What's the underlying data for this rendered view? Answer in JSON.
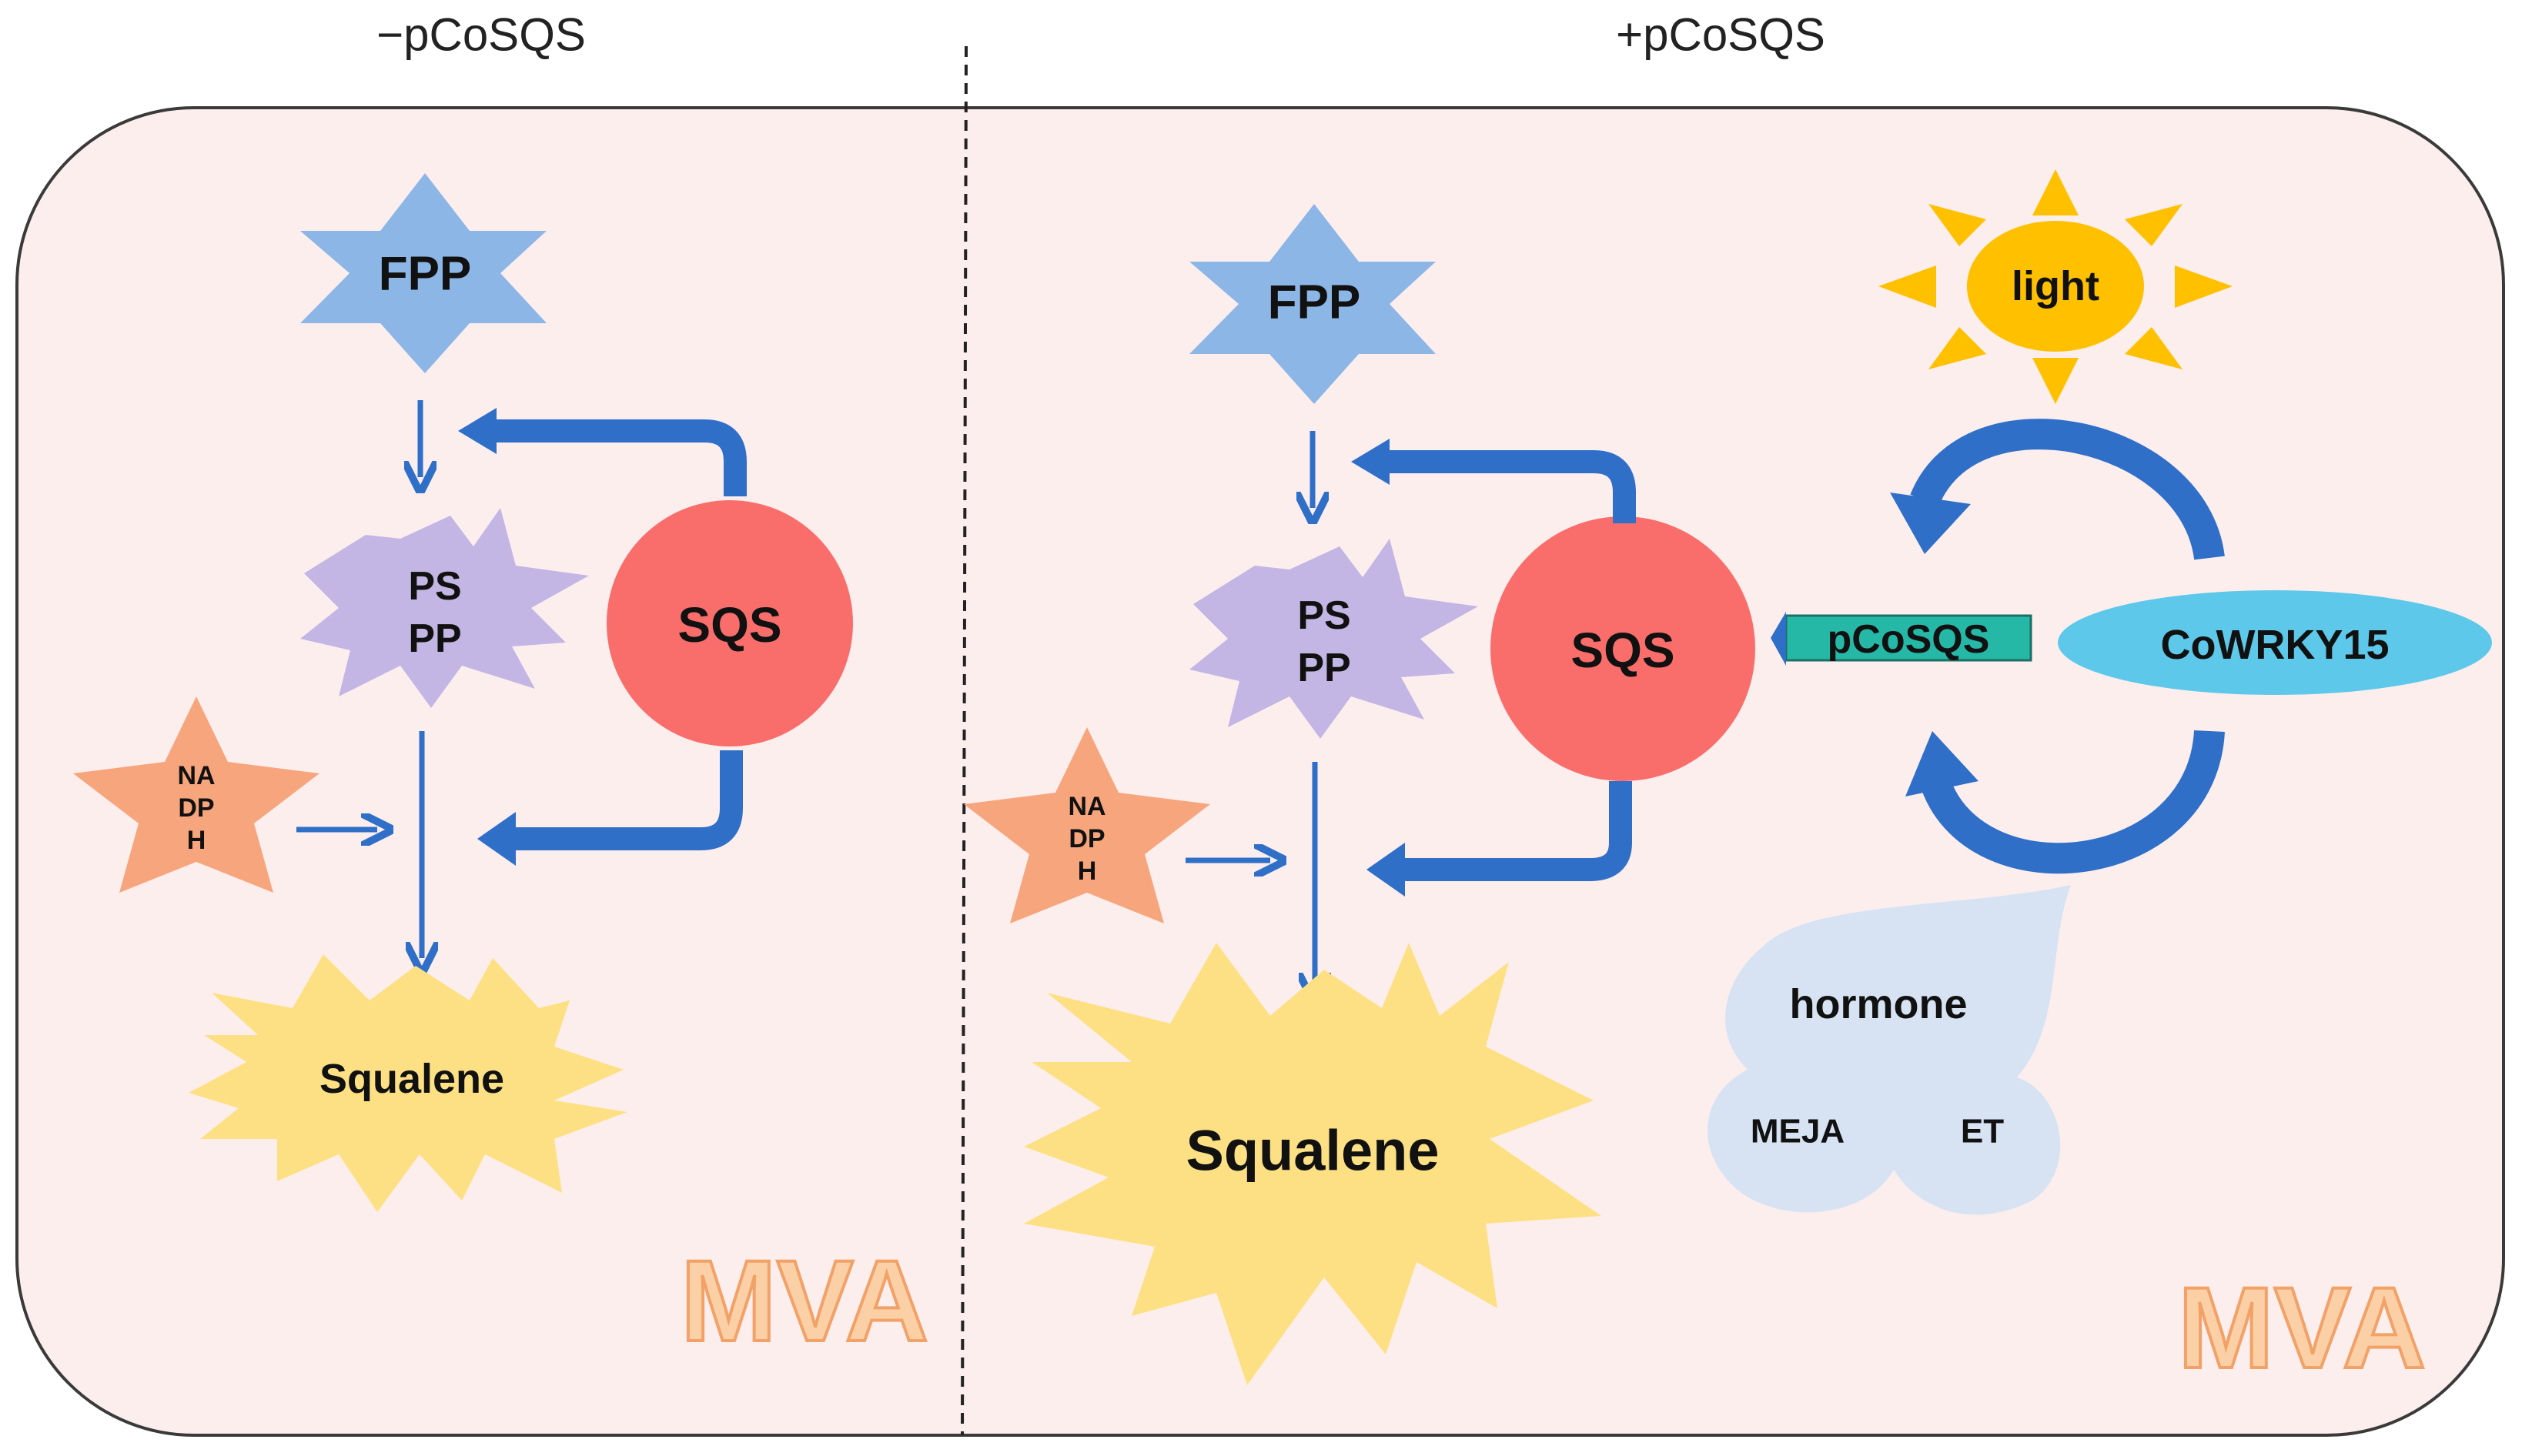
{
  "headers": {
    "left": "−pCoSQS",
    "right": "+pCoSQS"
  },
  "left_panel": {
    "fpp": "FPP",
    "psspp_line1": "PS",
    "psspp_line2": "PP",
    "sqs": "SQS",
    "nadph_line1": "NA",
    "nadph_line2": "DP",
    "nadph_line3": "H",
    "squalene": "Squalene",
    "pathway": "MVA"
  },
  "right_panel": {
    "fpp": "FPP",
    "psspp_line1": "PS",
    "psspp_line2": "PP",
    "sqs": "SQS",
    "nadph_line1": "NA",
    "nadph_line2": "DP",
    "nadph_line3": "H",
    "squalene": "Squalene",
    "pathway": "MVA",
    "promoter": "pCoSQS",
    "tf": "CoWRKY15",
    "light": "light",
    "hormone": "hormone",
    "meja": "MEJA",
    "et": "ET"
  },
  "colors": {
    "cell_fill": "#fdeeee",
    "fpp": "#8cb6e6",
    "psspp": "#c3b6e4",
    "sqs": "#f96d6b",
    "nadph": "#f7a57c",
    "squalene": "#fde084",
    "arrow": "#2f6fc8",
    "promoter": "#26b8a7",
    "tf": "#5ec8ea",
    "sun": "#ffc000",
    "hormone": "#d7e3f3"
  }
}
